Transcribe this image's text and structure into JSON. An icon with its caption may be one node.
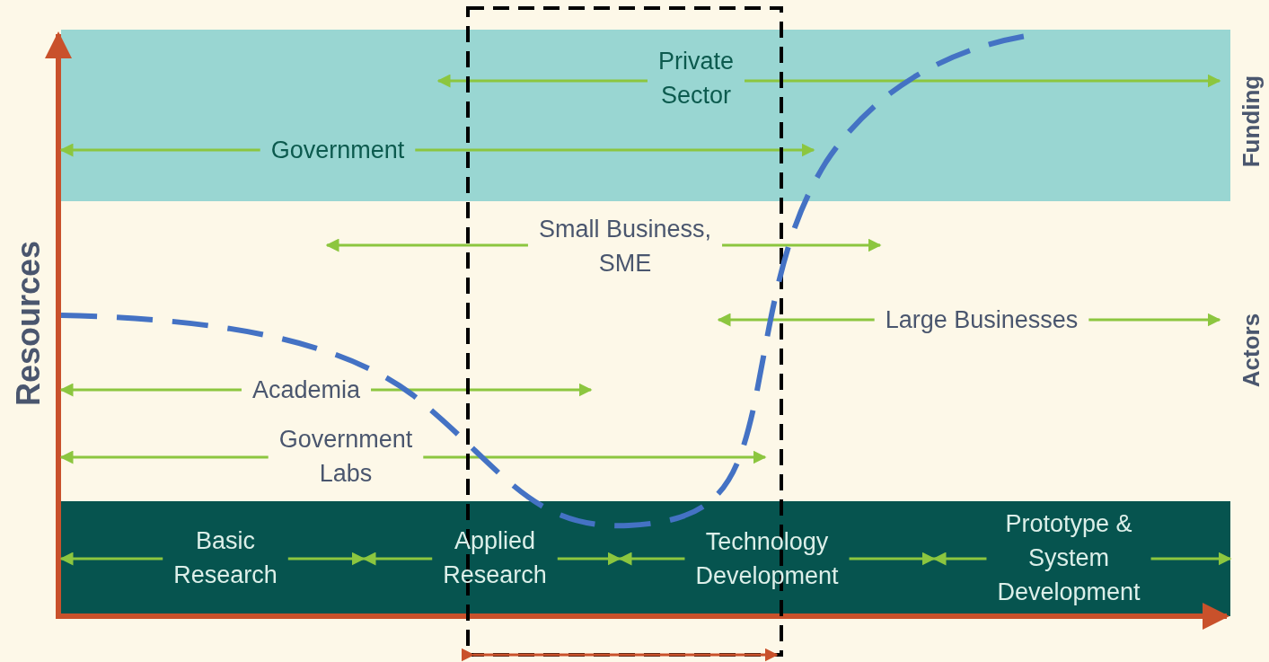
{
  "diagram": {
    "labels": [
      "Private Sector",
      "Funding",
      "Government",
      "Small Business, SME",
      "Large Businesses",
      "Actors",
      "Resources",
      "Academia",
      "Government Labs",
      "Basic Research",
      "Applied Research",
      "Technology Development",
      "Prototype & System Development"
    ]
  }
}
